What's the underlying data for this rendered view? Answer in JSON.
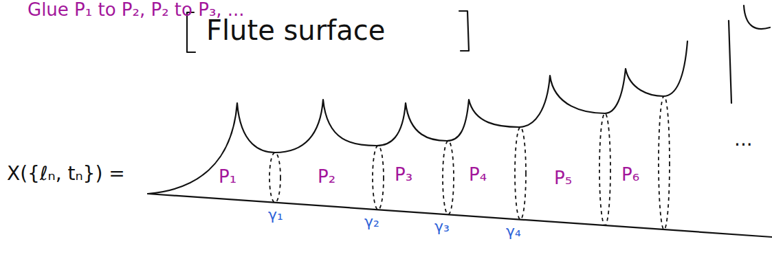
{
  "diagram": {
    "labels": [
      "Glue P₁ to P₂, P₂ to P₃, ...",
      "Flute surface",
      "X({ℓₙ, tₙ}) =",
      "P₁",
      "P₂",
      "P₃",
      "P₄",
      "P₅",
      "P₆",
      "γ₁",
      "γ₂",
      "γ₃",
      "γ₄",
      "..."
    ]
  }
}
